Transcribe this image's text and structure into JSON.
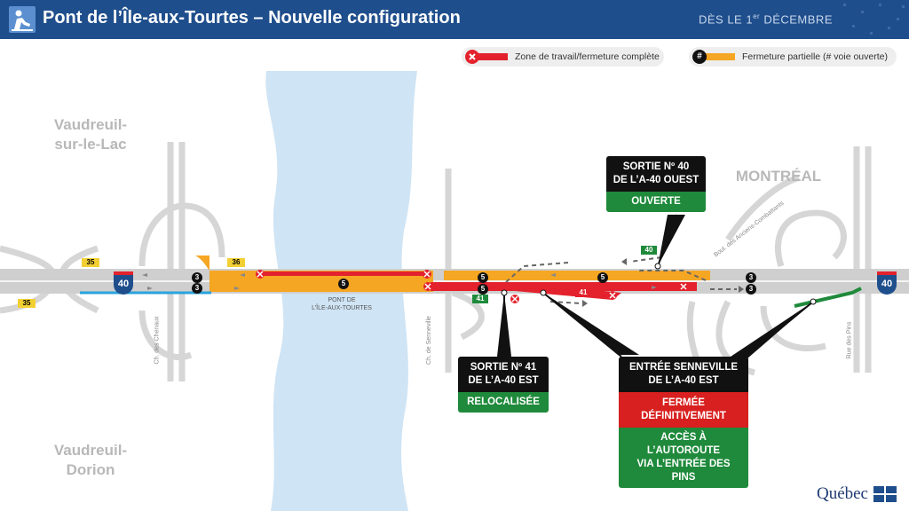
{
  "header": {
    "title": "Pont de l’Île-aux-Tourtes – Nouvelle configuration",
    "date_prefix": "DÈS LE 1",
    "date_sup": "er",
    "date_suffix": " DÉCEMBRE"
  },
  "legend": {
    "closure_label": "Zone de travail/fermeture complète",
    "partial_label": "Fermeture partielle (# voie ouverte)",
    "partial_symbol": "#"
  },
  "places": {
    "vaudreuil_lac": "Vaudreuil-\nsur-le-Lac",
    "vaudreuil_dorion": "Vaudreuil-\nDorion",
    "montreal": "MONTRÉAL"
  },
  "map": {
    "bridge_label": "PONT DE\nL’ÎLE-AUX-TOURTES",
    "highway_shield": "40",
    "exit_35": "35",
    "exit_36": "36",
    "exit_40": "40",
    "exit_41": "41",
    "lanes_3": "3",
    "lanes_5": "5",
    "road_chenaux": "Ch. des Chenaux",
    "road_senneville": "Ch. de Senneville",
    "road_anciens": "Boul. des Anciens-Combattants",
    "road_pins": "Rue des Pins"
  },
  "callouts": {
    "sortie40": {
      "title": "SORTIE Nº 40\nDE L’A-40 OUEST",
      "status": "OUVERTE"
    },
    "sortie41": {
      "title": "SORTIE Nº 41\nDE L’A-40 EST",
      "status": "RELOCALISÉE"
    },
    "entree": {
      "title": "ENTRÉE SENNEVILLE\nDE L’A-40 EST",
      "status": "FERMÉE\nDÉFINITIVEMENT",
      "note": "ACCÈS À L’AUTOROUTE\nVIA L’ENTRÉE DES PINS"
    }
  },
  "footer": {
    "brand": "Québec"
  },
  "colors": {
    "header_bg": "#1f4e8c",
    "closure": "#e3222d",
    "partial": "#f5a623",
    "open": "#1f8a3b",
    "water": "#cfe4f4",
    "road": "#cccccc"
  }
}
